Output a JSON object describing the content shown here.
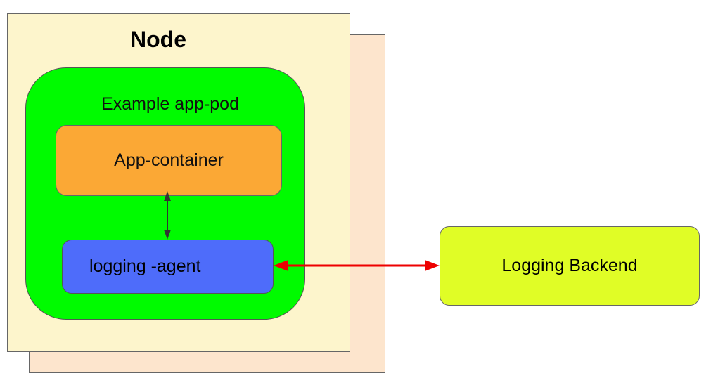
{
  "node": {
    "title": "Node"
  },
  "pod": {
    "label": "Example app-pod"
  },
  "app_container": {
    "label": "App-container"
  },
  "logging_agent": {
    "label": "logging -agent"
  },
  "logging_backend": {
    "label": "Logging Backend"
  },
  "colors": {
    "node_fill": "#fdf5cc",
    "node_shadow_fill": "#fde5cd",
    "pod_fill": "#00fb00",
    "app_container_fill": "#fba835",
    "logging_agent_fill": "#4e6cfa",
    "logging_backend_fill": "#e0fd26",
    "internal_arrow": "#333333",
    "external_arrow": "#ee0000"
  }
}
